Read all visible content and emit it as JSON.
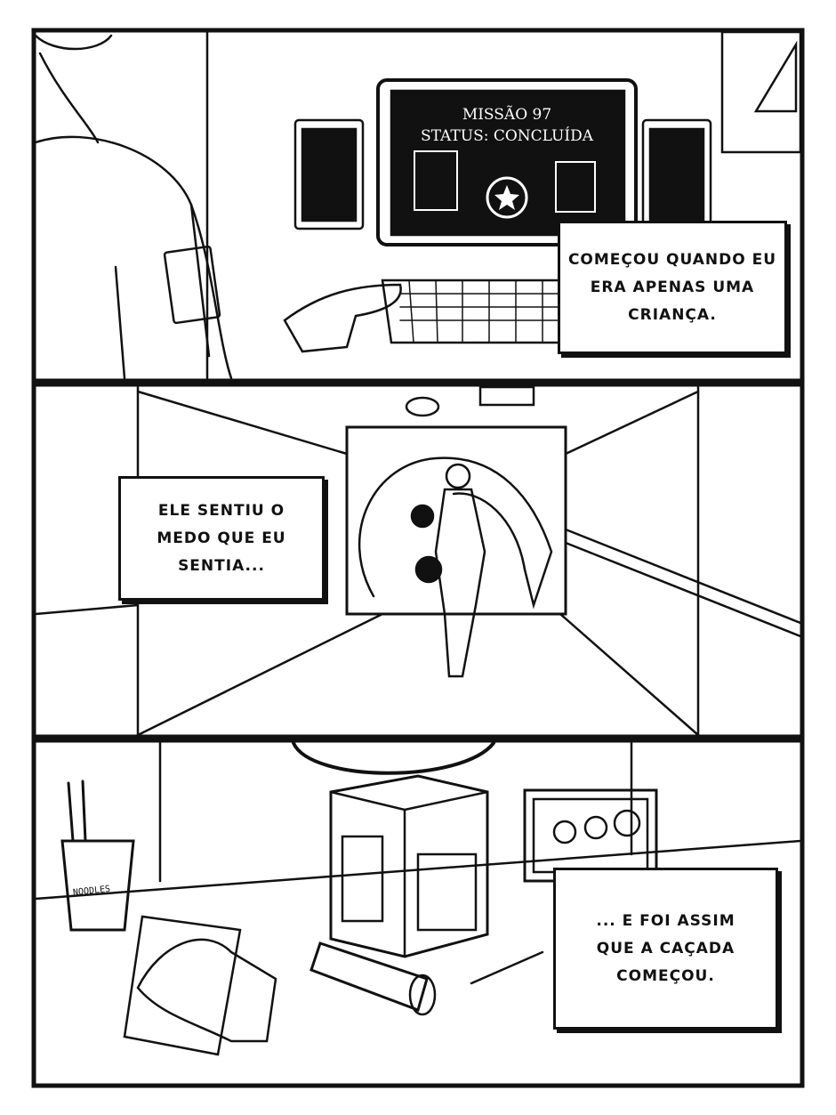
{
  "panels": [
    {
      "screen": {
        "line1": "MISSÃO 97",
        "line2": "STATUS: CONCLUÍDA"
      },
      "caption": "COMEÇOU QUANDO EU ERA APENAS UMA CRIANÇA."
    },
    {
      "caption": "ELE SENTIU O MEDO QUE EU SENTIA..."
    },
    {
      "cup_label": "NOODLES",
      "caption": "... E FOI ASSIM QUE A CAÇADA COMEÇOU."
    }
  ],
  "colors": {
    "ink": "#111111",
    "paper": "#ffffff"
  }
}
